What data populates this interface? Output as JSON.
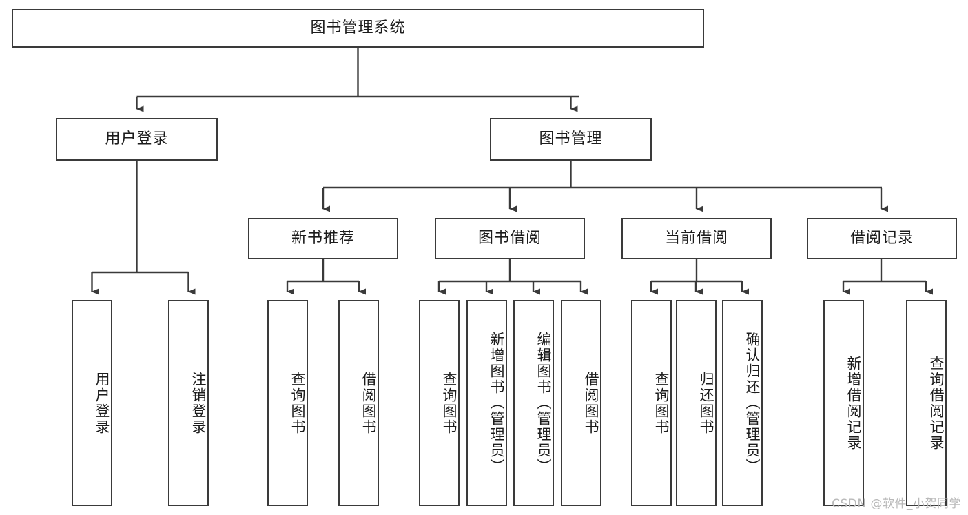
{
  "diagram": {
    "title": "图书管理系统",
    "type": "tree-hierarchy-chart",
    "root": {
      "label": "图书管理系统"
    },
    "level2": [
      {
        "label": "用户登录"
      },
      {
        "label": "图书管理"
      }
    ],
    "level3": [
      {
        "label": "新书推荐"
      },
      {
        "label": "图书借阅"
      },
      {
        "label": "当前借阅"
      },
      {
        "label": "借阅记录"
      }
    ],
    "leaves": {
      "user_login": [
        {
          "label": "用户登录"
        },
        {
          "label": "注销登录"
        }
      ],
      "new_book_recommend": [
        {
          "label": "查询图书"
        },
        {
          "label": "借阅图书"
        }
      ],
      "book_borrow": [
        {
          "label": "查询图书"
        },
        {
          "label": "新增图书（管理员）"
        },
        {
          "label": "编辑图书（管理员）"
        },
        {
          "label": "借阅图书"
        }
      ],
      "current_borrow": [
        {
          "label": "查询图书"
        },
        {
          "label": "归还图书"
        },
        {
          "label": "确认归还（管理员）"
        }
      ],
      "borrow_records": [
        {
          "label": "新增借阅记录"
        },
        {
          "label": "查询借阅记录"
        }
      ]
    }
  },
  "watermark": {
    "text": "CSDN @软件_小贺同学"
  },
  "colors": {
    "stroke": "#3a3a3a",
    "box_fill": "#ffffff",
    "text": "#1c1c1c",
    "watermark": "#b9b9b9"
  }
}
